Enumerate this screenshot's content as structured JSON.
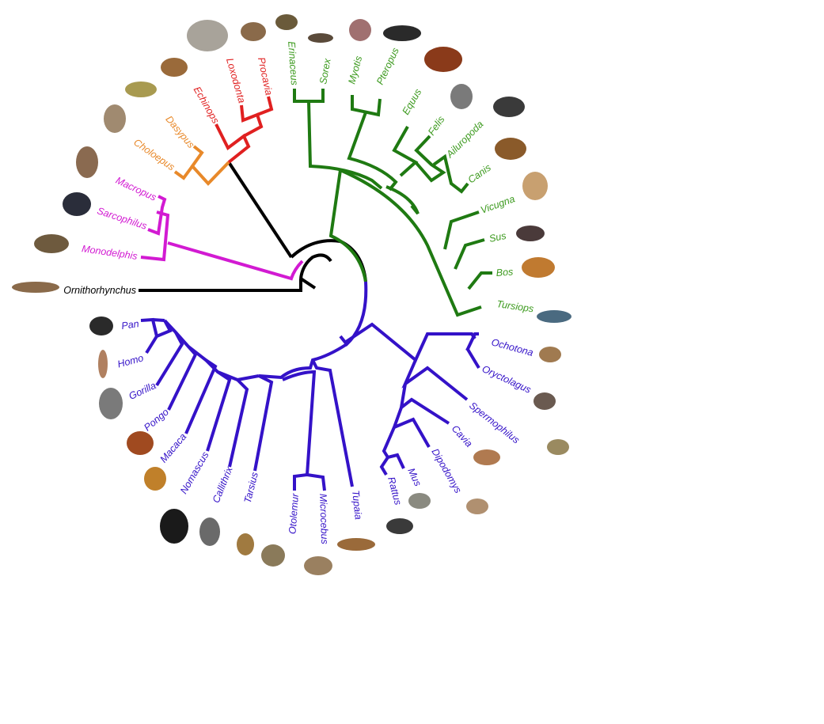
{
  "colors": {
    "monotreme": "#000000",
    "marsupial": "#d21ad2",
    "xenarthra": "#e8892a",
    "afrotheria": "#e02020",
    "laurasiatheria": "#1f7a12",
    "euarchontoglires": "#3412c8"
  },
  "taxa": {
    "ornithorhynchus": "Ornithorhynchus",
    "monodelphis": "Monodelphis",
    "sarcophilus": "Sarcophilus",
    "macropus": "Macropus",
    "choloepus": "Choloepus",
    "dasypus": "Dasypus",
    "echinops": "Echinops",
    "loxodonta": "Loxodonta",
    "procavia": "Procavia",
    "erinaceus": "Erinaceus",
    "sorex": "Sorex",
    "myotis": "Myotis",
    "pteropus": "Pteropus",
    "equus": "Equus",
    "felis": "Felis",
    "ailuropoda": "Ailuropoda",
    "canis": "Canis",
    "vicugna": "Vicugna",
    "sus": "Sus",
    "bos": "Bos",
    "tursiops": "Tursiops",
    "ochotona": "Ochotona",
    "oryctolagus": "Oryctolagus",
    "spermophilus": "Spermophilus",
    "cavia": "Cavia",
    "dipodomys": "Dipodomys",
    "mus": "Mus",
    "rattus": "Rattus",
    "tupaia": "Tupaia",
    "microcebus": "Microcebus",
    "otolemur": "Otolemur",
    "tarsius": "Tarsius",
    "callithrix": "Callithrix",
    "nomascus": "Nomascus",
    "macaca": "Macaca",
    "pongo": "Pongo",
    "gorilla": "Gorilla",
    "homo": "Homo",
    "pan": "Pan"
  }
}
